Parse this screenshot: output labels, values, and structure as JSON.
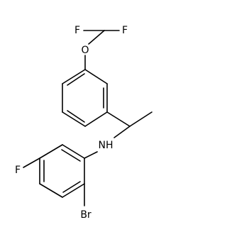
{
  "structure": {
    "atoms": {
      "f_top_left": "F",
      "f_top_right": "F",
      "o_ether": "O",
      "f_ring": "F",
      "nh_amine": "NH",
      "br_ortho": "Br"
    }
  }
}
